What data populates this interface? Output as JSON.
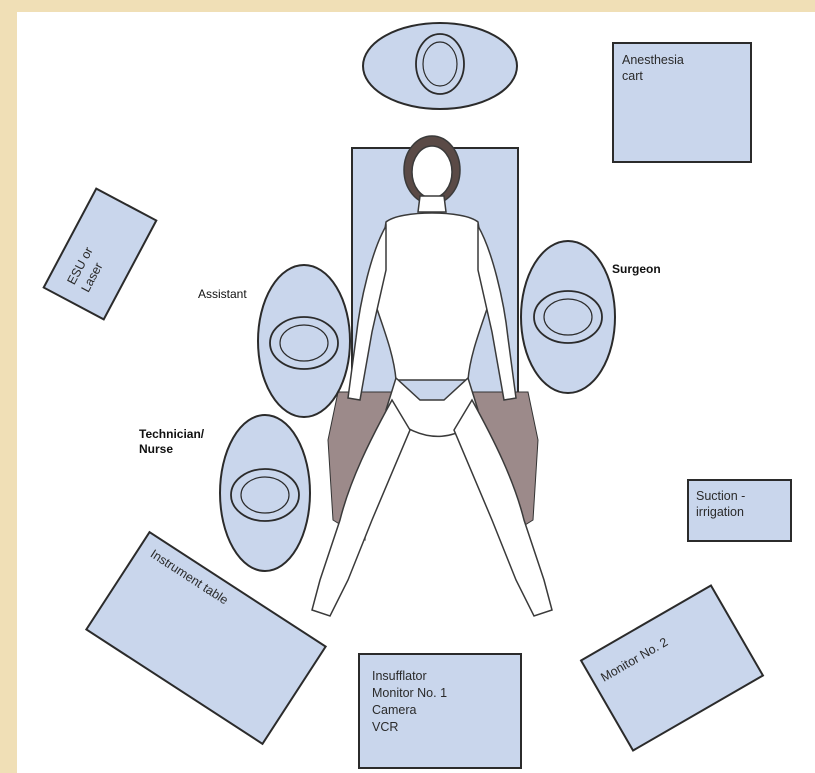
{
  "colors": {
    "page_border": "#f0dfb6",
    "equipment_fill": "#c9d6ec",
    "outline": "#2b2b2b",
    "seat": "#9c8a8a",
    "skin": "#ffffff"
  },
  "equipment": {
    "anesthesia_cart": [
      "Anesthesia",
      "cart"
    ],
    "esu_laser": [
      "ESU or",
      "Laser"
    ],
    "suction_irrigation": [
      "Suction -",
      "irrigation"
    ],
    "instrument_table": [
      "Instrument table"
    ],
    "insufflator_stack": [
      "Insufflator",
      "Monitor No. 1",
      "Camera",
      "VCR"
    ],
    "monitor_2": [
      "Monitor No. 2"
    ]
  },
  "personnel": {
    "surgeon": "Surgeon",
    "assistant": "Assistant",
    "technician_nurse": [
      "Technician/",
      "Nurse"
    ]
  }
}
